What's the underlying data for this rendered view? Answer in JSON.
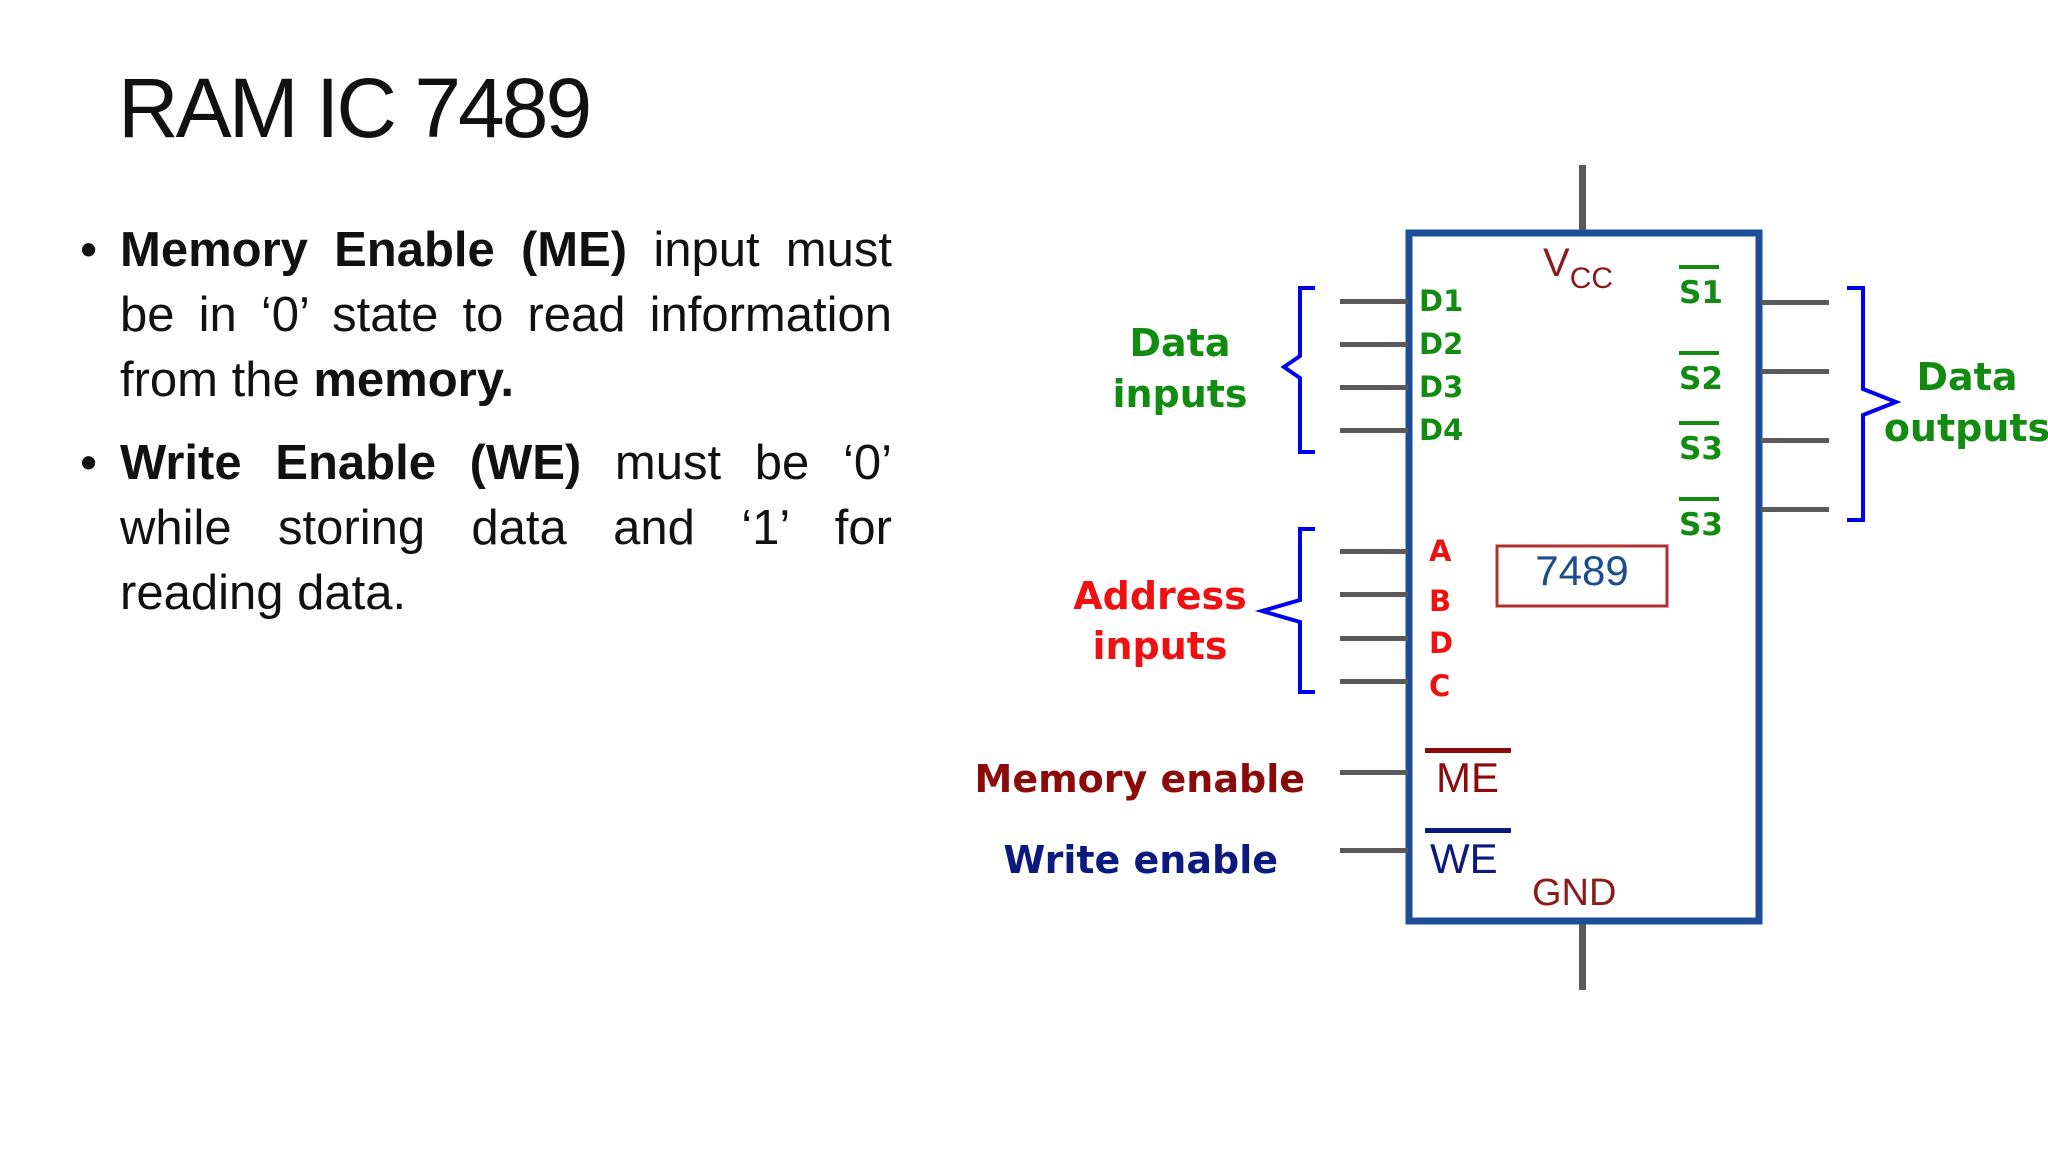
{
  "slide": {
    "title": "RAM IC 7489"
  },
  "bullets": [
    {
      "bold": "Memory Enable (ME)",
      "text": " input must be in ‘0’ state to read information from the ",
      "bold_end": "memory."
    },
    {
      "bold": "Write Enable (WE)",
      "text": " must be ‘0’ while storing data and ‘1’ for reading data.",
      "bold_end": ""
    }
  ],
  "diagram": {
    "chip_name": "7489",
    "vcc": {
      "main": "V",
      "sub": "CC"
    },
    "gnd": "GND",
    "data_inputs_label": [
      "Data",
      "inputs"
    ],
    "data_input_pins": [
      "D1",
      "D2",
      "D3",
      "D4"
    ],
    "address_inputs_label": [
      "Address",
      "inputs"
    ],
    "address_pins": [
      "A",
      "B",
      "D",
      "C"
    ],
    "memory_enable_label": "Memory enable",
    "memory_enable_pin": "ME",
    "write_enable_label": "Write enable",
    "write_enable_pin": "WE",
    "data_output_pins": [
      "S1",
      "S2",
      "S3",
      "S3"
    ],
    "data_outputs_label": [
      "Data",
      "outputs"
    ],
    "colors": {
      "chip_border": "#1f4e99",
      "brace": "#0000ee",
      "green": "#118c11",
      "red": "#ee1111",
      "dark_red": "#8b0a0a",
      "navy": "#0c1a80",
      "chip_name": "#1a4d8c",
      "chip_name_box": "#b03030",
      "gnd": "#8b1a1a"
    }
  }
}
